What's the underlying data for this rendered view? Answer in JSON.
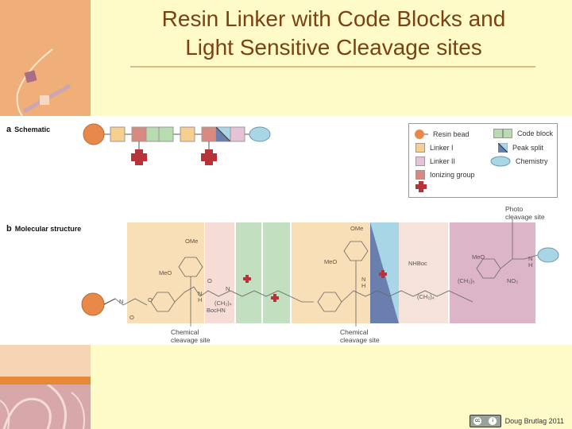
{
  "slide": {
    "title_line1": "Resin Linker with Code Blocks and",
    "title_line2": "Light Sensitive Cleavage sites"
  },
  "section_a": {
    "letter": "a",
    "label": "Schematic"
  },
  "section_b": {
    "letter": "b",
    "label": "Molecular structure"
  },
  "schematic_chain": [
    "resin-bead",
    "linker-i",
    "ionizing-group",
    "code-block",
    "code-block",
    "linker-i",
    "ionizing-group",
    "peak-split",
    "linker-ii",
    "chemistry"
  ],
  "legend": {
    "items": [
      {
        "label": "Resin bead",
        "icon": "resin-bead-icon"
      },
      {
        "label": "Linker I",
        "icon": "linker-i-swatch"
      },
      {
        "label": "Linker II",
        "icon": "linker-ii-swatch"
      },
      {
        "label": "Ionizing group",
        "icon": "ionizing-group-swatch"
      },
      {
        "label": "Code block",
        "icon": "code-block-swatch"
      },
      {
        "label": "Peak split",
        "icon": "peak-split-swatch"
      },
      {
        "label": "Chemistry",
        "icon": "chemistry-ellipse"
      }
    ]
  },
  "molecule": {
    "labels": {
      "ome_1": "OMe",
      "meo_1": "MeO",
      "o": "O",
      "n": "N",
      "h": "H",
      "ch2_4": "(CH₂)₄",
      "bochn": "BocHN",
      "ome_2": "OMe",
      "meo_2": "MeO",
      "nhboc": "NHBoc",
      "ch2_4b": "(CH₂)₄",
      "ch2_5": "(CH₂)₅",
      "meo_3": "MeO",
      "no2": "NO₂"
    },
    "callouts": {
      "chemical_cleavage_1": [
        "Chemical",
        "cleavage site"
      ],
      "chemical_cleavage_2": [
        "Chemical",
        "cleavage site"
      ],
      "photo_cleavage": [
        "Photo",
        "cleavage site"
      ]
    }
  },
  "colors": {
    "resin": "#e8894a",
    "linker_i": "#f7cf8e",
    "linker_ii": "#e4c2d8",
    "ionizing": "#d98a80",
    "code_block": "#b9dbb0",
    "peak_dark": "#6a7fae",
    "peak_light": "#a8d6e6",
    "chemistry": "#a8d6e6",
    "cross": "#b8323a"
  },
  "footer": {
    "credit": "Doug Brutlag 2011",
    "license": "CC BY"
  }
}
